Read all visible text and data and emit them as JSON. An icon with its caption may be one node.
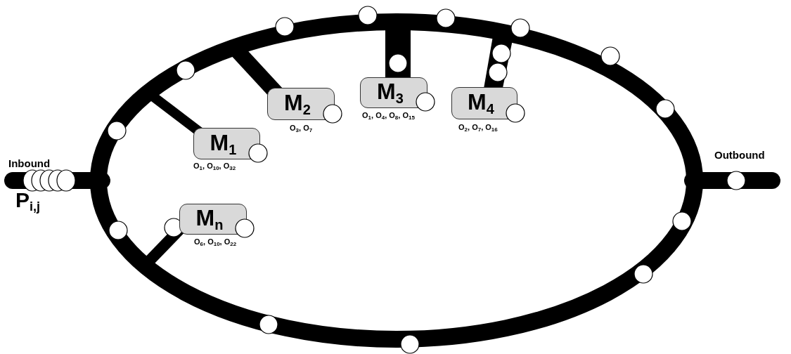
{
  "diagram": {
    "nodes": [
      {
        "text": [
          "M$_{1}$"
        ],
        "beside": [
          "O$_{1}$, O$_{10}$, O$_{32}$"
        ]
      },
      {
        "text": [
          "M$_{2}$"
        ],
        "beside": [
          "O$_{3}$, O$_{7}$"
        ]
      },
      {
        "text": [
          "M$_{3}$"
        ],
        "beside": [
          "O$_{1}$, O$_{4}$, O$_{8}$, O$_{15}$"
        ]
      },
      {
        "text": [
          "M$_{4}$"
        ],
        "beside": [
          "O$_{2}$, O$_{7}$, O$_{16}$"
        ]
      },
      {
        "text": [
          "M$_{n}$"
        ],
        "beside": [
          "O$_{6}$, O$_{10}$, O$_{22}$"
        ]
      }
    ],
    "labels": [
      "Inbound",
      "Outbound",
      "P$_{i,j}$"
    ]
  }
}
